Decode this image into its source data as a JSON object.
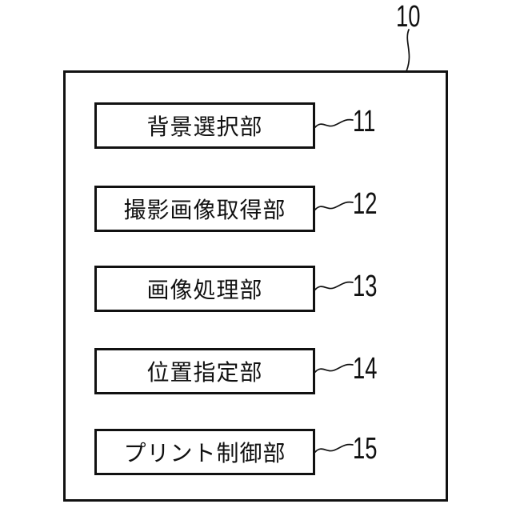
{
  "figure": {
    "outer_label": "10",
    "blocks": [
      {
        "label": "背景選択部",
        "ref": "11"
      },
      {
        "label": "撮影画像取得部",
        "ref": "12"
      },
      {
        "label": "画像処理部",
        "ref": "13"
      },
      {
        "label": "位置指定部",
        "ref": "14"
      },
      {
        "label": "プリント制御部",
        "ref": "15"
      }
    ],
    "colors": {
      "line": "#111111",
      "background": "#ffffff"
    }
  }
}
